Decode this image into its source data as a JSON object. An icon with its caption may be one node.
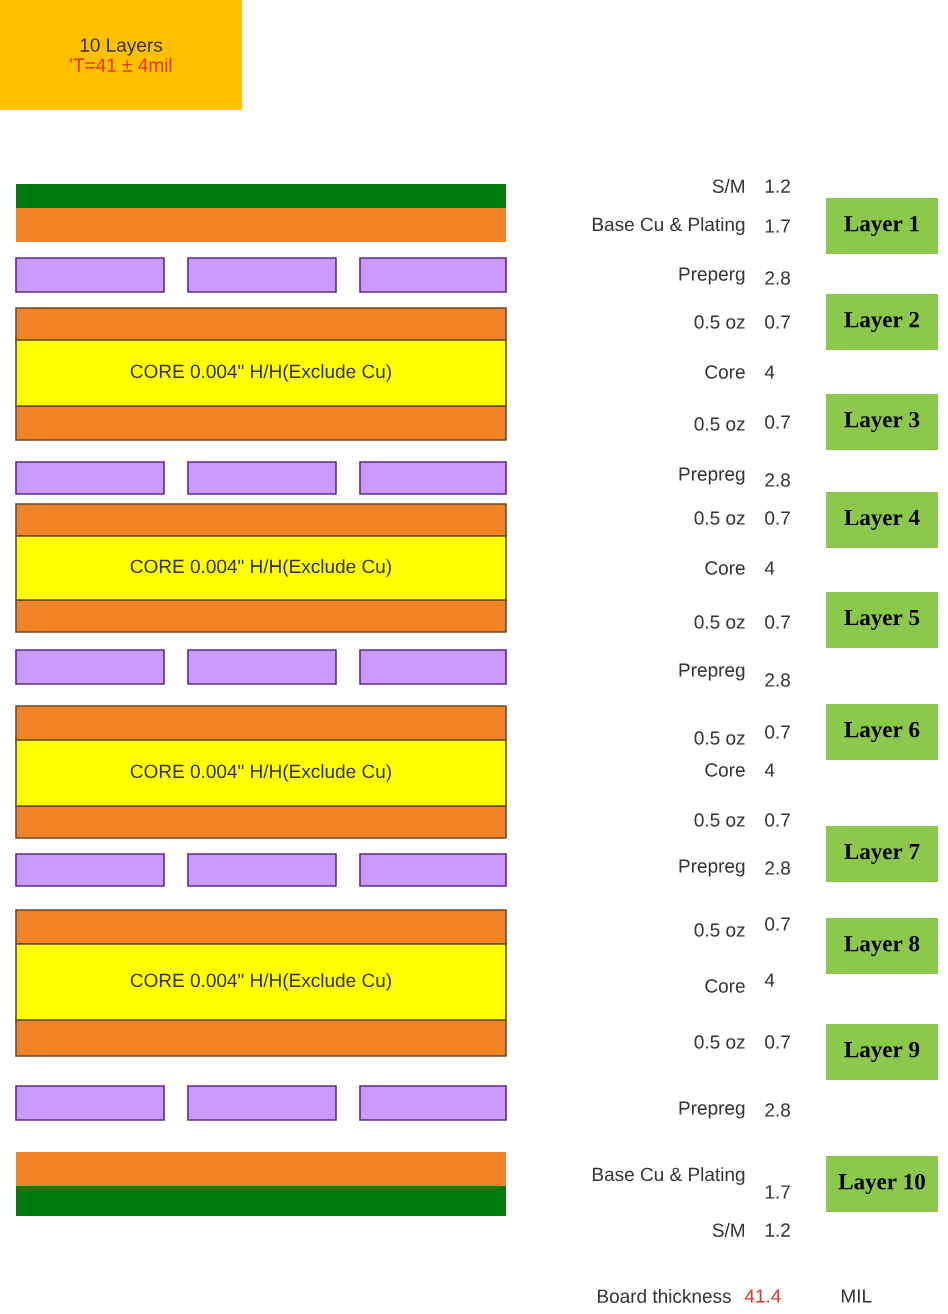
{
  "diagram": {
    "nodes": [
      {
        "text": [
          "10 Layers",
          "'T=41 ± 4mil"
        ]
      },
      {
        "text": [
          "CORE 0.004\" H/H(Exclude Cu)"
        ]
      },
      {
        "text": [
          "CORE 0.004\" H/H(Exclude Cu)"
        ]
      },
      {
        "text": [
          "CORE 0.004\" H/H(Exclude Cu)"
        ]
      },
      {
        "text": [
          "CORE 0.004\" H/H(Exclude Cu)"
        ]
      },
      {
        "text": [
          "Layer 1"
        ]
      },
      {
        "text": [
          "Layer 2"
        ]
      },
      {
        "text": [
          "Layer 3"
        ]
      },
      {
        "text": [
          "Layer 4"
        ]
      },
      {
        "text": [
          "Layer 5"
        ]
      },
      {
        "text": [
          "Layer 6"
        ]
      },
      {
        "text": [
          "Layer 7"
        ]
      },
      {
        "text": [
          "Layer 8"
        ]
      },
      {
        "text": [
          "Layer 9"
        ]
      },
      {
        "text": [
          "Layer 10"
        ]
      }
    ],
    "labels": [
      "S/M",
      "1.2",
      "Base Cu & Plating",
      "1.7",
      "Preperg",
      "2.8",
      "0.5 oz",
      "0.7",
      "Core",
      "4",
      "0.5 oz",
      "0.7",
      "Prepreg",
      "2.8",
      "0.5 oz",
      "0.7",
      "Core",
      "4",
      "0.5 oz",
      "0.7",
      "Prepreg",
      "2.8",
      "0.5 oz",
      "0.7",
      "Core",
      "4",
      "0.5 oz",
      "0.7",
      "Prepreg",
      "2.8",
      "0.5 oz",
      "0.7",
      "Core",
      "4",
      "0.5 oz",
      "0.7",
      "Prepreg",
      "2.8",
      "Base Cu & Plating",
      "1.7",
      "S/M",
      "1.2",
      "Board thickness",
      "41.4",
      "MIL"
    ]
  }
}
